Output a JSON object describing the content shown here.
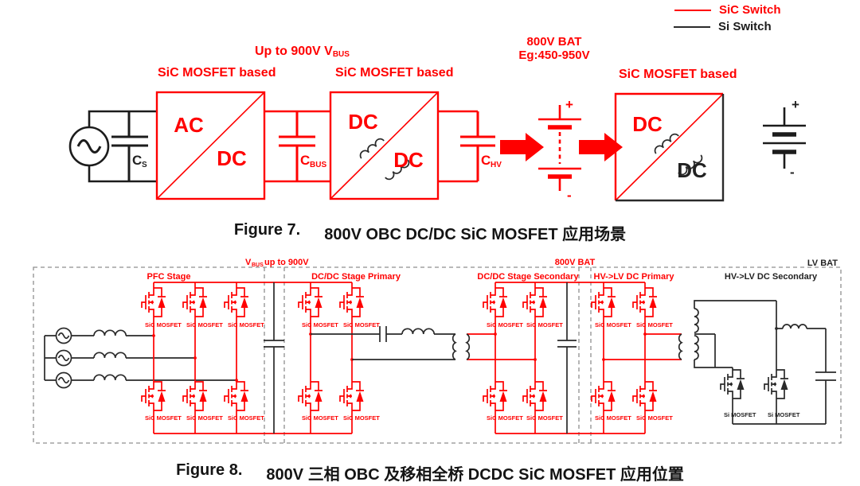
{
  "legend": {
    "sic": {
      "label": "SiC Switch"
    },
    "si": {
      "label": "Si Switch"
    }
  },
  "colors": {
    "sic_red": "#FF0000",
    "si_black": "#1C1C1C"
  },
  "figure7": {
    "label_sic_based_1": "SiC MOSFET based",
    "label_sic_based_2": "SiC MOSFET based",
    "label_sic_based_3": "SiC MOSFET based",
    "vbus": {
      "pre": "Up to 900V V",
      "sub": "BUS"
    },
    "bat": {
      "line1": "800V BAT",
      "line2": "Eg:450-950V"
    },
    "block_acdc": {
      "top": "AC",
      "bottom": "DC"
    },
    "block_dcdc1": {
      "top": "DC",
      "bottom": "DC"
    },
    "block_dcdc2": {
      "top": "DC",
      "bottom": "DC"
    },
    "cap_cs": {
      "name": "C",
      "sub": "S"
    },
    "cap_cbus": {
      "name": "C",
      "sub": "BUS"
    },
    "cap_chv": {
      "name": "C",
      "sub": "HV"
    },
    "battery_hv": {
      "plus": "+",
      "minus": "-"
    },
    "battery_out": {
      "plus": "+",
      "minus": "-"
    },
    "caption": {
      "num": "Figure 7.",
      "text": "800V OBC DC/DC SiC MOSFET 应用场景"
    }
  },
  "figure8": {
    "vbus": {
      "pre": "V",
      "sub": "BUS",
      "post": "up to 900V"
    },
    "bat800": "800V BAT",
    "lvbat": "LV BAT",
    "stage_pfc": "PFC Stage",
    "stage_dcdc_pri": "DC/DC Stage Primary",
    "stage_dcdc_sec": "DC/DC Stage Secondary",
    "stage_hvlv_pri": "HV->LV DC Primary",
    "stage_hvlv_sec": "HV->LV DC Secondary",
    "sic_mosfet": "SiC MOSFET",
    "si_mosfet": "Si MOSFET",
    "caption": {
      "num": "Figure 8.",
      "text": "800V 三相 OBC 及移相全桥 DCDC SiC MOSFET 应用位置"
    }
  }
}
